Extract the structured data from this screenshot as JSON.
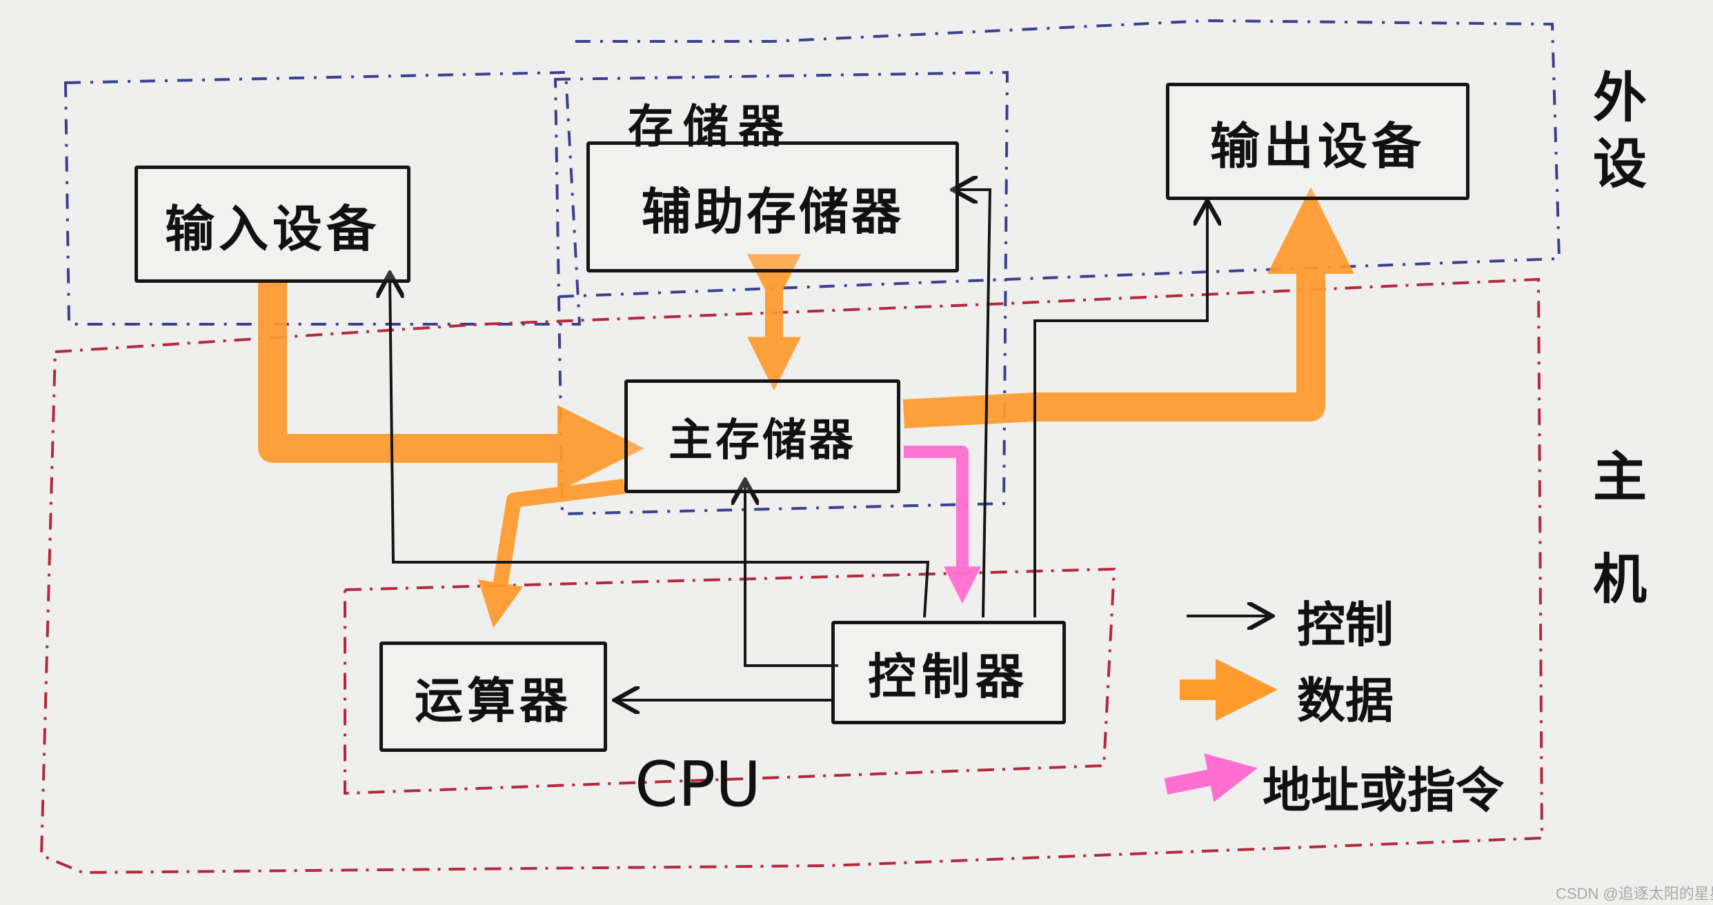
{
  "nodes": {
    "input_device": "输入设备",
    "storage_group": "存储器",
    "aux_storage": "辅助存储器",
    "output_device": "输出设备",
    "main_memory": "主存储器",
    "alu": "运算器",
    "controller": "控制器",
    "cpu": "CPU"
  },
  "regions": {
    "peripheral": "外设",
    "host": "主机"
  },
  "legend": {
    "control": "控制",
    "data": "数据",
    "address_or_instruction": "地址或指令"
  },
  "colors": {
    "data": "#ff9a2e",
    "address": "#ff6fd0",
    "control": "#151515",
    "peripheral_border": "#3b3f8f",
    "host_border": "#b3283d"
  },
  "watermark": "CSDN @追逐太阳的星星"
}
